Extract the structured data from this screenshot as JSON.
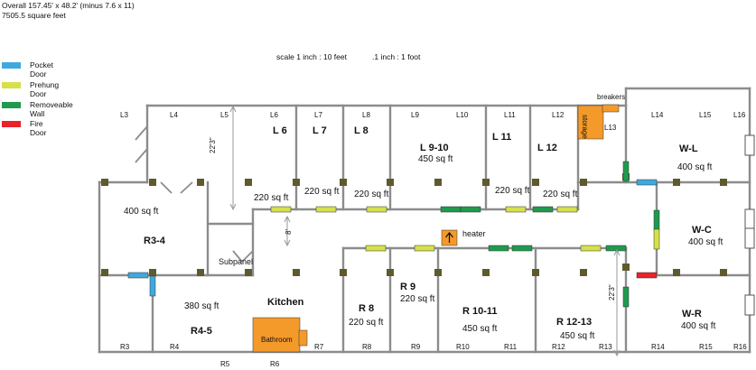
{
  "header": {
    "overall": "Overall 157.45' x 48.2' (minus 7.6 x 11)",
    "square_feet": "7505.5 square feet"
  },
  "scales": {
    "primary": "scale 1 inch : 10 feet",
    "secondary": ".1 inch : 1 foot"
  },
  "legend": [
    {
      "label": "Pocket Door",
      "color": "#3fa9dd"
    },
    {
      "label": "Prehung Door",
      "color": "#d6e04a"
    },
    {
      "label": "Removeable Wall",
      "color": "#1f9a4e"
    },
    {
      "label": "Fire Door",
      "color": "#e8232a"
    }
  ],
  "colors": {
    "wall": "#8c8c8c",
    "column": "#5f5a2e",
    "orange": "#f39a2b"
  },
  "dimensions": {
    "left_height": "22'3\"",
    "corridor": "8'",
    "right_height": "22'3\""
  },
  "columns_top": [
    "L3",
    "L4",
    "L5",
    "L6",
    "L7",
    "L8",
    "L9",
    "L10",
    "L11",
    "L12",
    "L13",
    "L14",
    "L15",
    "L16"
  ],
  "columns_bottom": [
    "R3",
    "R4",
    "R5",
    "R6",
    "R7",
    "R8",
    "R9",
    "R10",
    "R11",
    "R12",
    "R13",
    "R14",
    "R15",
    "R16"
  ],
  "rooms": {
    "l6": {
      "name": "L 6",
      "area": "220 sq ft"
    },
    "l7": {
      "name": "L 7",
      "area": "220 sq ft"
    },
    "l8": {
      "name": "L 8",
      "area": "220 sq ft"
    },
    "l910": {
      "name": "L 9-10",
      "area": "450 sq ft"
    },
    "l11": {
      "name": "L 11",
      "area": "220 sq ft"
    },
    "l12": {
      "name": "L 12",
      "area": "220 sq ft"
    },
    "wl": {
      "name": "W-L",
      "area": "400 sq ft"
    },
    "wc": {
      "name": "W-C",
      "area": "400 sq ft"
    },
    "wr": {
      "name": "W-R",
      "area": "400 sq ft"
    },
    "r34": {
      "name": "R3-4",
      "area": "400 sq ft"
    },
    "r45": {
      "name": "R4-5",
      "area": "380 sq ft"
    },
    "kitchen": {
      "name": "Kitchen"
    },
    "r8": {
      "name": "R 8",
      "area": "220 sq ft"
    },
    "r9": {
      "name": "R 9",
      "area": "220 sq ft"
    },
    "r1011": {
      "name": "R 10-11",
      "area": "450 sq ft"
    },
    "r1213": {
      "name": "R 12-13",
      "area": "450 sq ft"
    }
  },
  "labels": {
    "breakers": "breakers",
    "storage": "storage",
    "heater": "heater",
    "subpanel": "Subpanel",
    "bathroom": "Bathroom"
  }
}
